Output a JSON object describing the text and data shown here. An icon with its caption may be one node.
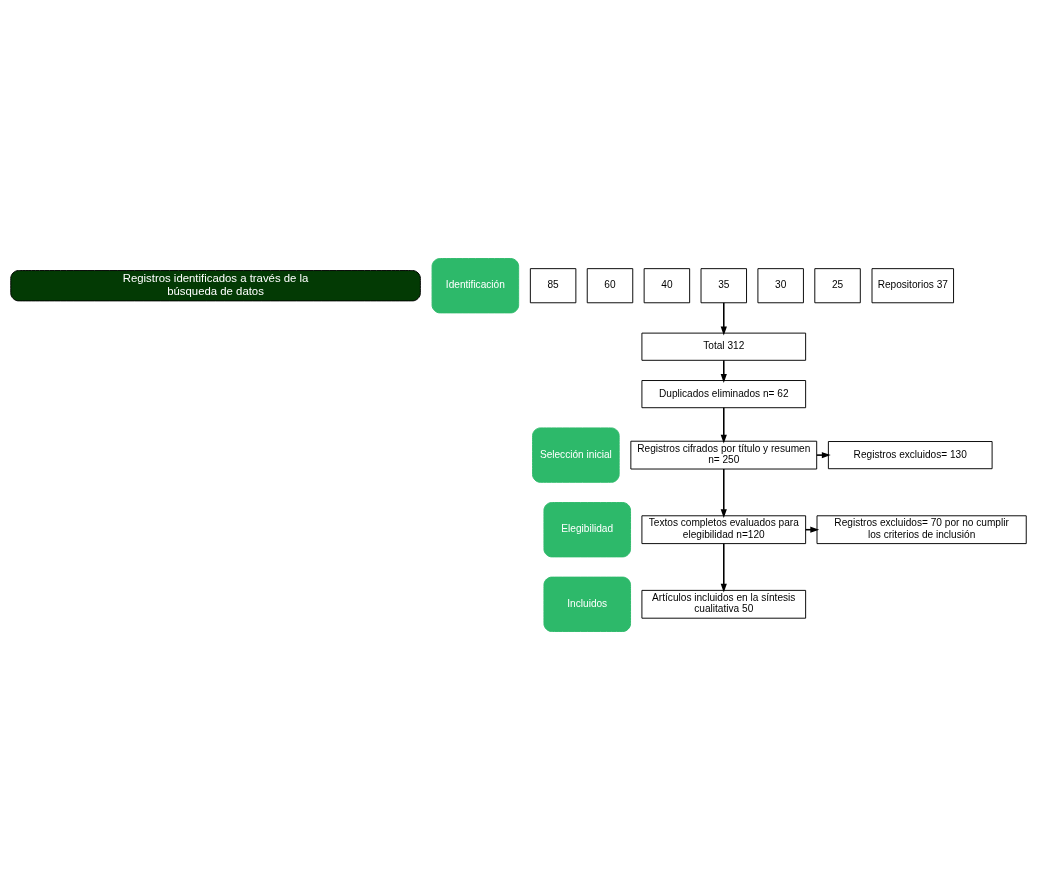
{
  "diagram": {
    "nodes": [
      {
        "text": [
          "Registros identificados a través de la búsqueda de datos"
        ]
      },
      {
        "text": [
          "Identificación"
        ]
      },
      {
        "text": [
          "Selección inicial"
        ]
      },
      {
        "text": [
          "Elegibilidad"
        ]
      },
      {
        "text": [
          "Incluidos"
        ]
      },
      {
        "text": [
          "85"
        ]
      },
      {
        "text": [
          "60"
        ]
      },
      {
        "text": [
          "40"
        ]
      },
      {
        "text": [
          "35"
        ]
      },
      {
        "text": [
          "30"
        ]
      },
      {
        "text": [
          "25"
        ]
      },
      {
        "text": [
          "Repositorios 37"
        ]
      },
      {
        "text": [
          "Total 312"
        ]
      },
      {
        "text": [
          "Duplicados eliminados n= 62"
        ]
      },
      {
        "text": [
          "Registros cifrados por título y resumen n= 250"
        ]
      },
      {
        "text": [
          "Registros excluidos= 130"
        ]
      },
      {
        "text": [
          "Textos completos evaluados para elegibilidad n=120"
        ]
      },
      {
        "text": [
          "Registros excluidos= 70 por no cumplir los criterios de inclusión"
        ]
      },
      {
        "text": [
          "Artículos incluidos en la síntesis cualitativa 50"
        ]
      }
    ],
    "edges": [
      {
        "from": 8,
        "to": 12,
        "arrow": "to"
      },
      {
        "from": 12,
        "to": 13,
        "arrow": "to"
      },
      {
        "from": 13,
        "to": 14,
        "arrow": "to"
      },
      {
        "from": 14,
        "to": 15,
        "arrow": "to"
      },
      {
        "from": 14,
        "to": 16,
        "arrow": "to"
      },
      {
        "from": 16,
        "to": 17,
        "arrow": "to"
      },
      {
        "from": 16,
        "to": 18,
        "arrow": "to"
      }
    ]
  }
}
